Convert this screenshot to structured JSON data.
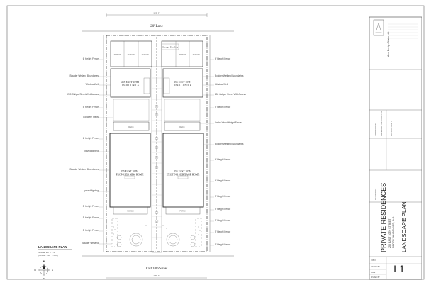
{
  "drawing": {
    "lane_label": "20' Lane",
    "street_label": "East 10th Street",
    "overall_dim": "100'-0\"",
    "plan_title": "LANDSCAPE PLAN",
    "scale_line_1": "SCALE: 1/8\" = 1'-0\"",
    "scale_line_2": "(SCALE: 1/16\" = 1'-0\")",
    "north_label": "N",
    "south_label": "S",
    "west_label": "W",
    "east_label": "E",
    "unit_a": "255 EAST 10TH\nINFILL UNIT A",
    "unit_b": "255 EAST 10TH\nINFILL UNIT B",
    "new_home": "255 EAST 10TH\nPROPOSED NEW HOME",
    "heritage_home": "255 EAST 10TH\nEXISTING HERITAGE HOME",
    "garage": "Garage Dwelling",
    "parking_stall": "PARKING",
    "porch": "PORCH",
    "deck": "DECK"
  },
  "left_notes": [
    "6' Height Fence",
    "Boulder Wetland Boundaries",
    "Window Well",
    "200 Caliper Street Wild Access",
    "5' Height Fence",
    "Concrete Steps",
    "6' Height Fence",
    "paved lighting",
    "Boulder Wetland Boundaries",
    "paved lighting",
    "5' Height Fence",
    "5' Height Fence",
    "5' Height Fence",
    "Boulder Wetland"
  ],
  "right_notes": [
    "6' Height Fence",
    "Boulder Wetland Boundaries",
    "Window Well",
    "200 Caliper Street Wild Access",
    "5' Height Fence",
    "Cedar Wood Height Fence",
    "Boulder Wetland Boundaries",
    "6' Height Fence",
    "6' Height Fence",
    "5' Height Fence",
    "5' Height Fence",
    "5' Height Fence",
    "5' Height Fence",
    "5' Height Fence"
  ],
  "title_block": {
    "firm_name": "Acre Design Studio Ltd.",
    "project": "PRIVATE RESIDENCES",
    "address": "255 EAST 10TH STREET",
    "city": "NORTH VANCOUVER, B.C.",
    "sheet_title": "LANDSCAPE PLAN",
    "sheet_number": "L1",
    "consultants_label": "CONSULTANTS",
    "general_contractor": "GENERAL CONTRACTOR",
    "approvals": "APPROVALS",
    "revisions": "REVISIONS",
    "job_label": "JOB #",
    "drawn_label": "DRAWN BY",
    "date_label": "DATE",
    "issue_label": "ISSUED BY"
  }
}
